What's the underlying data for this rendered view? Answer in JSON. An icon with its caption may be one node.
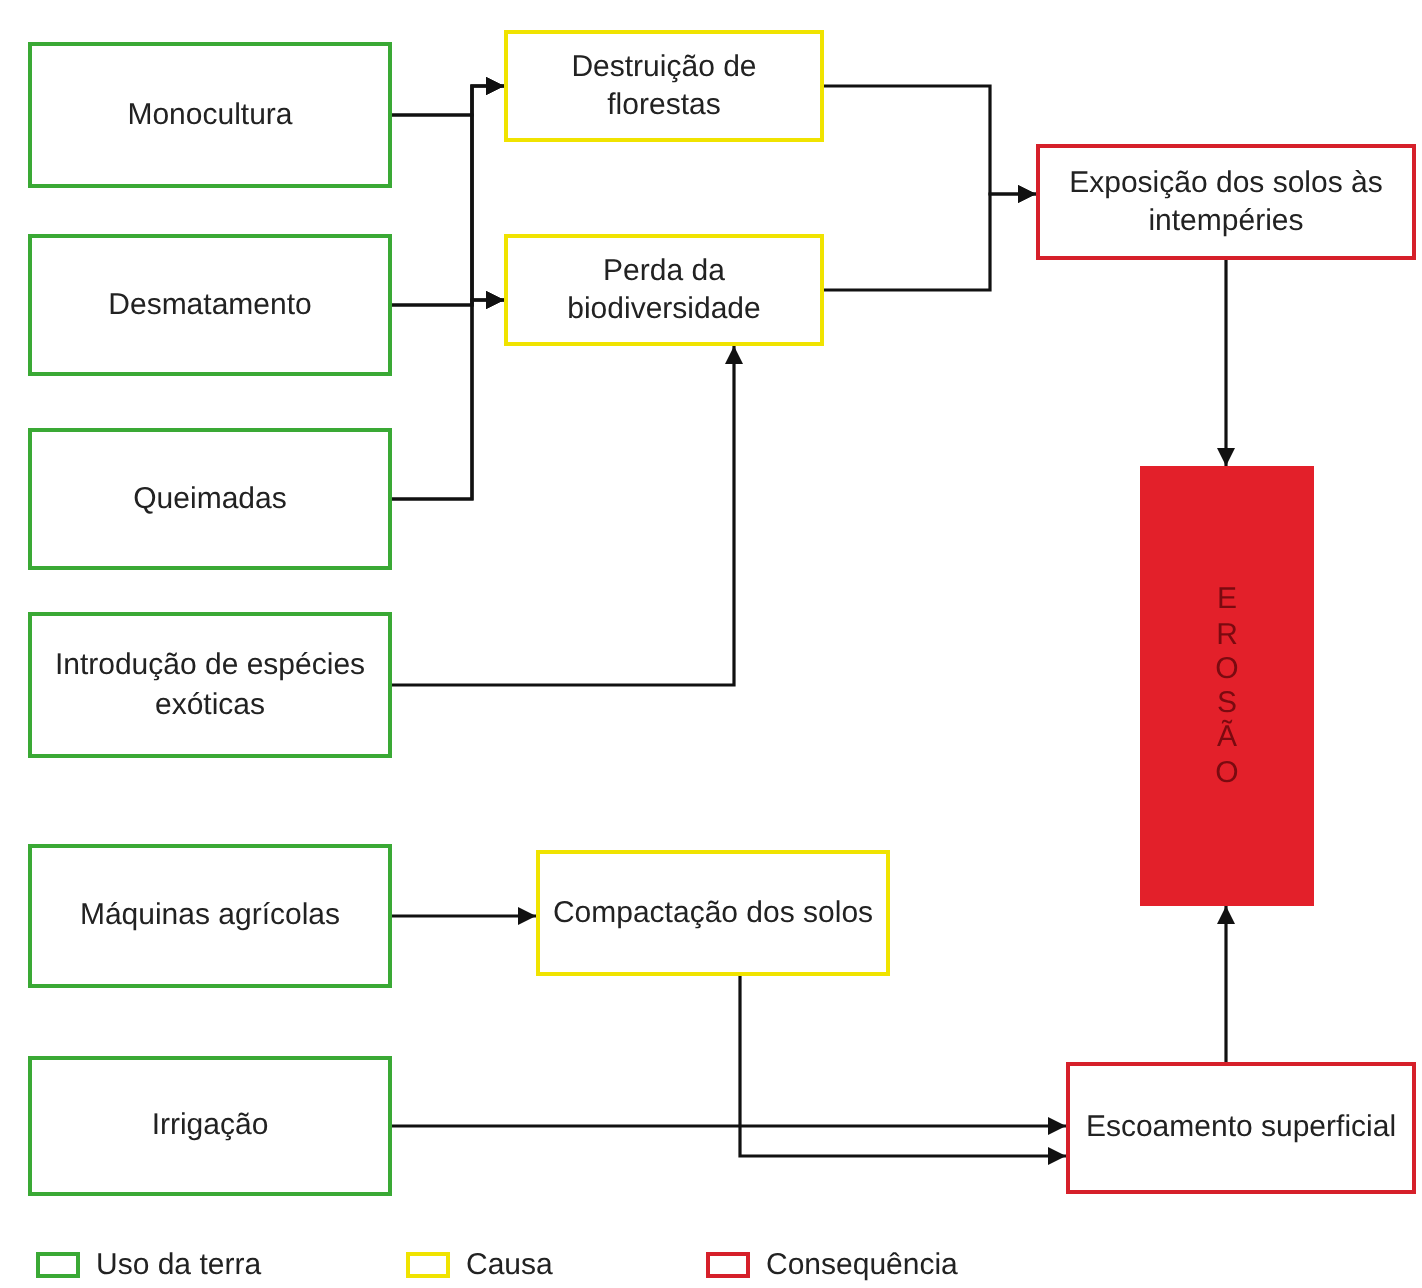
{
  "diagram": {
    "nodes": [
      {
        "text": [
          "Monocultura"
        ]
      },
      {
        "text": [
          "Desmatamento"
        ]
      },
      {
        "text": [
          "Queimadas"
        ]
      },
      {
        "text": [
          "Introdução de espécies exóticas"
        ]
      },
      {
        "text": [
          "Máquinas agrícolas"
        ]
      },
      {
        "text": [
          "Irrigação"
        ]
      },
      {
        "text": [
          "Destruição de florestas"
        ]
      },
      {
        "text": [
          "Perda da biodiversidade"
        ]
      },
      {
        "text": [
          "Compactação dos solos"
        ]
      },
      {
        "text": [
          "Exposição dos solos às intempéries"
        ]
      },
      {
        "text": [
          "EROSÃO"
        ]
      },
      {
        "text": [
          "Escoamento superficial"
        ]
      }
    ],
    "edges": [
      {
        "from": 0,
        "to": 6,
        "arrow": "to"
      },
      {
        "from": 0,
        "to": 7,
        "arrow": "to"
      },
      {
        "from": 1,
        "to": 6,
        "arrow": "to"
      },
      {
        "from": 1,
        "to": 7,
        "arrow": "to"
      },
      {
        "from": 2,
        "to": 6,
        "arrow": "to"
      },
      {
        "from": 2,
        "to": 7,
        "arrow": "to"
      },
      {
        "from": 3,
        "to": 7,
        "arrow": "to"
      },
      {
        "from": 6,
        "to": 9,
        "arrow": "to"
      },
      {
        "from": 7,
        "to": 9,
        "arrow": "to"
      },
      {
        "from": 9,
        "to": 10,
        "arrow": "to"
      },
      {
        "from": 4,
        "to": 8,
        "arrow": "to"
      },
      {
        "from": 8,
        "to": 11,
        "arrow": "to"
      },
      {
        "from": 5,
        "to": 11,
        "arrow": "to"
      },
      {
        "from": 11,
        "to": 10,
        "arrow": "to"
      }
    ],
    "legend": [
      {
        "text": "Uso da terra",
        "color": "#3aa935"
      },
      {
        "text": "Causa",
        "color": "#f0e300"
      },
      {
        "text": "Consequência",
        "color": "#d6202a"
      }
    ]
  }
}
